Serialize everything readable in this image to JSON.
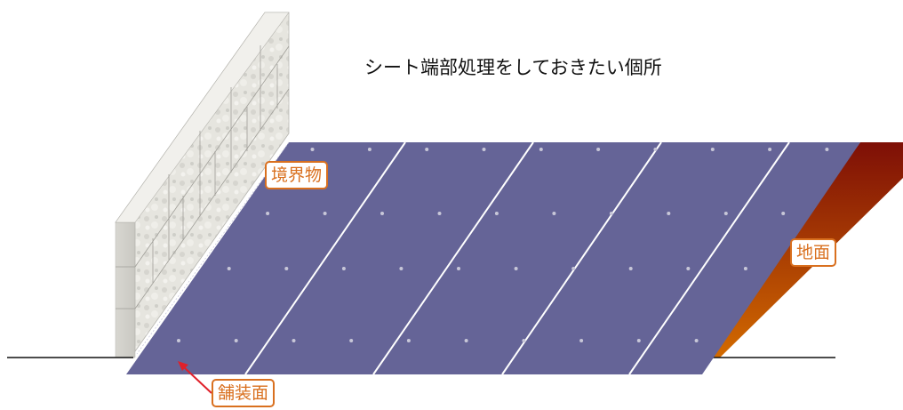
{
  "title": "シート端部処理をしておきたい個所",
  "labels": {
    "boundary": "境界物",
    "ground": "地面",
    "pavement": "舗装面"
  },
  "colors": {
    "sheet": "#656497",
    "seam": "#ffffff",
    "ground_dark": "#7e0f06",
    "ground_light": "#d26a00",
    "wall": "#e8e7e2",
    "callout": "#d9701f",
    "arrow": "#e0202a"
  }
}
